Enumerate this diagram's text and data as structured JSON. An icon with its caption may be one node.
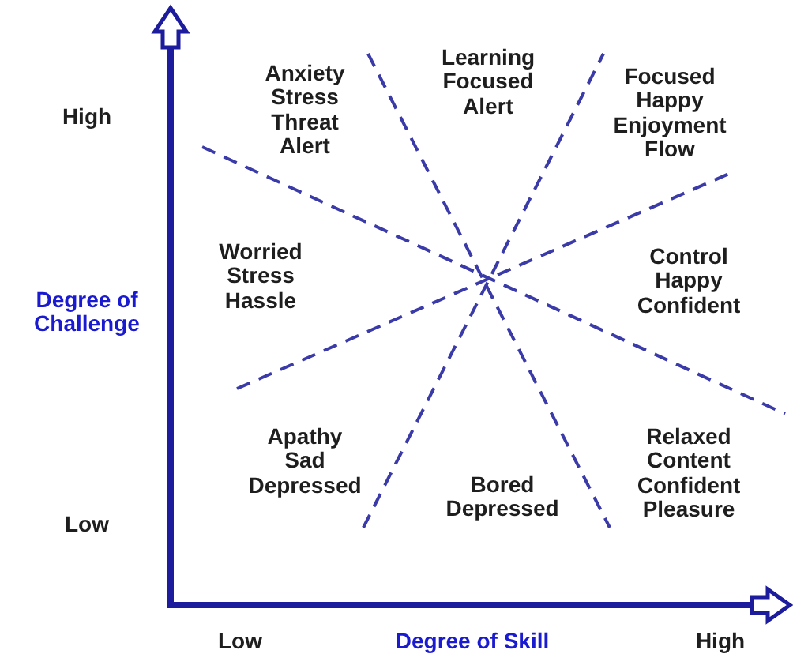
{
  "diagram": {
    "labels": [
      "Anxiety Stress Threat Alert",
      "Learning Focused Alert",
      "Focused Happy Enjoyment Flow",
      "High",
      "Worried Stress Hassle",
      "Control Happy Confident",
      "Degree of Challenge",
      "Apathy Sad Depressed",
      "Relaxed Content Confident Pleasure",
      "Bored Depressed",
      "Low",
      "Low",
      "Degree of Skill",
      "High"
    ]
  }
}
